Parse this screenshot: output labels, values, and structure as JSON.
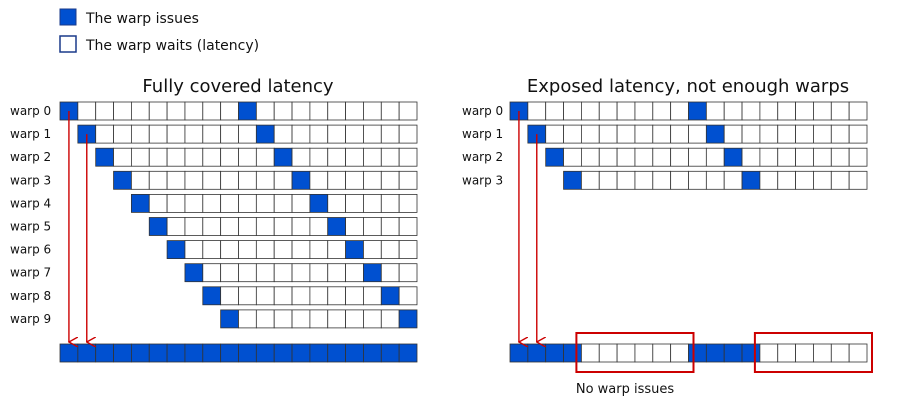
{
  "legend": {
    "issues_label": "The warp issues",
    "waits_label": "The warp waits (latency)"
  },
  "colors": {
    "issue": "#0050d0",
    "wait": "#ffffff",
    "cell_border": "#333333",
    "arrow": "#cc0000",
    "highlight": "#cc0000",
    "legend_wait_border": "#1a3a8a"
  },
  "left": {
    "title": "Fully covered latency",
    "warps": [
      {
        "label": "warp 0",
        "start": 0,
        "issues": [
          0,
          10
        ]
      },
      {
        "label": "warp 1",
        "start": 1,
        "issues": [
          1,
          11
        ]
      },
      {
        "label": "warp 2",
        "start": 2,
        "issues": [
          2,
          12
        ]
      },
      {
        "label": "warp 3",
        "start": 3,
        "issues": [
          3,
          13
        ]
      },
      {
        "label": "warp 4",
        "start": 4,
        "issues": [
          4,
          14
        ]
      },
      {
        "label": "warp 5",
        "start": 5,
        "issues": [
          5,
          15
        ]
      },
      {
        "label": "warp 6",
        "start": 6,
        "issues": [
          6,
          16
        ]
      },
      {
        "label": "warp 7",
        "start": 7,
        "issues": [
          7,
          17
        ]
      },
      {
        "label": "warp 8",
        "start": 8,
        "issues": [
          8,
          18
        ]
      },
      {
        "label": "warp 9",
        "start": 9,
        "issues": [
          9,
          19
        ]
      }
    ],
    "timeline_issues": [
      0,
      1,
      2,
      3,
      4,
      5,
      6,
      7,
      8,
      9,
      10,
      11,
      12,
      13,
      14,
      15,
      16,
      17,
      18,
      19
    ]
  },
  "right": {
    "title": "Exposed latency, not enough warps",
    "warps": [
      {
        "label": "warp 0",
        "start": 0,
        "issues": [
          0,
          10
        ]
      },
      {
        "label": "warp 1",
        "start": 1,
        "issues": [
          1,
          11
        ]
      },
      {
        "label": "warp 2",
        "start": 2,
        "issues": [
          2,
          12
        ]
      },
      {
        "label": "warp 3",
        "start": 3,
        "issues": [
          3,
          13
        ]
      }
    ],
    "timeline_issues": [
      0,
      1,
      2,
      3,
      10,
      11,
      12,
      13
    ],
    "gaps": [
      {
        "from": 4,
        "to": 9
      },
      {
        "from": 14,
        "to": 19
      }
    ],
    "gap_label": "No warp issues"
  }
}
